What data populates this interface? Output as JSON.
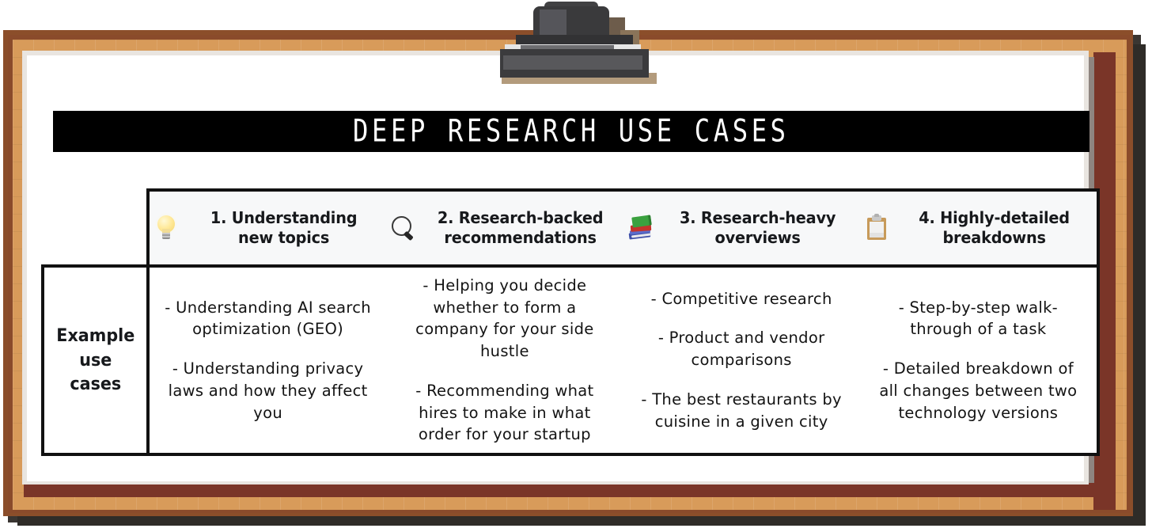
{
  "board": {
    "title": "DEEP RESEARCH USE CASES",
    "row_header_label": "Example\nuse\ncases"
  },
  "device": {
    "name": "projector-mount"
  },
  "columns": [
    {
      "icon": "lightbulb-icon",
      "number": "1.",
      "label": "1. Understanding new topics",
      "bullets": [
        "- Understanding AI search optimization (GEO)",
        "- Understanding privacy laws and how they affect you"
      ]
    },
    {
      "icon": "magnifying-glass-icon",
      "number": "2.",
      "label": "2. Research-backed recommendations",
      "bullets": [
        "- Helping you decide whether to form a company for your side hustle",
        "- Recommending what hires to make in what order for your startup"
      ]
    },
    {
      "icon": "books-icon",
      "number": "3.",
      "label": "3. Research-heavy overviews",
      "bullets": [
        "- Competitive research",
        "- Product and vendor comparisons",
        "- The best restaurants by cuisine in a given city"
      ]
    },
    {
      "icon": "clipboard-icon",
      "number": "4.",
      "label": "4. Highly-detailed breakdowns",
      "bullets": [
        "- Step-by-step walk-through of a task",
        "- Detailed breakdown of all changes between two technology versions"
      ]
    }
  ],
  "colors": {
    "title_bar_bg": "#000000",
    "title_text": "#ffffff",
    "frame_wood": "#d89b5a",
    "frame_outer": "#8b4e2a",
    "frame_bevel": "#7a3528",
    "board_bg": "#ffffff",
    "header_row_bg": "#f7f8f9",
    "table_border": "#111111",
    "body_text": "#131313"
  }
}
